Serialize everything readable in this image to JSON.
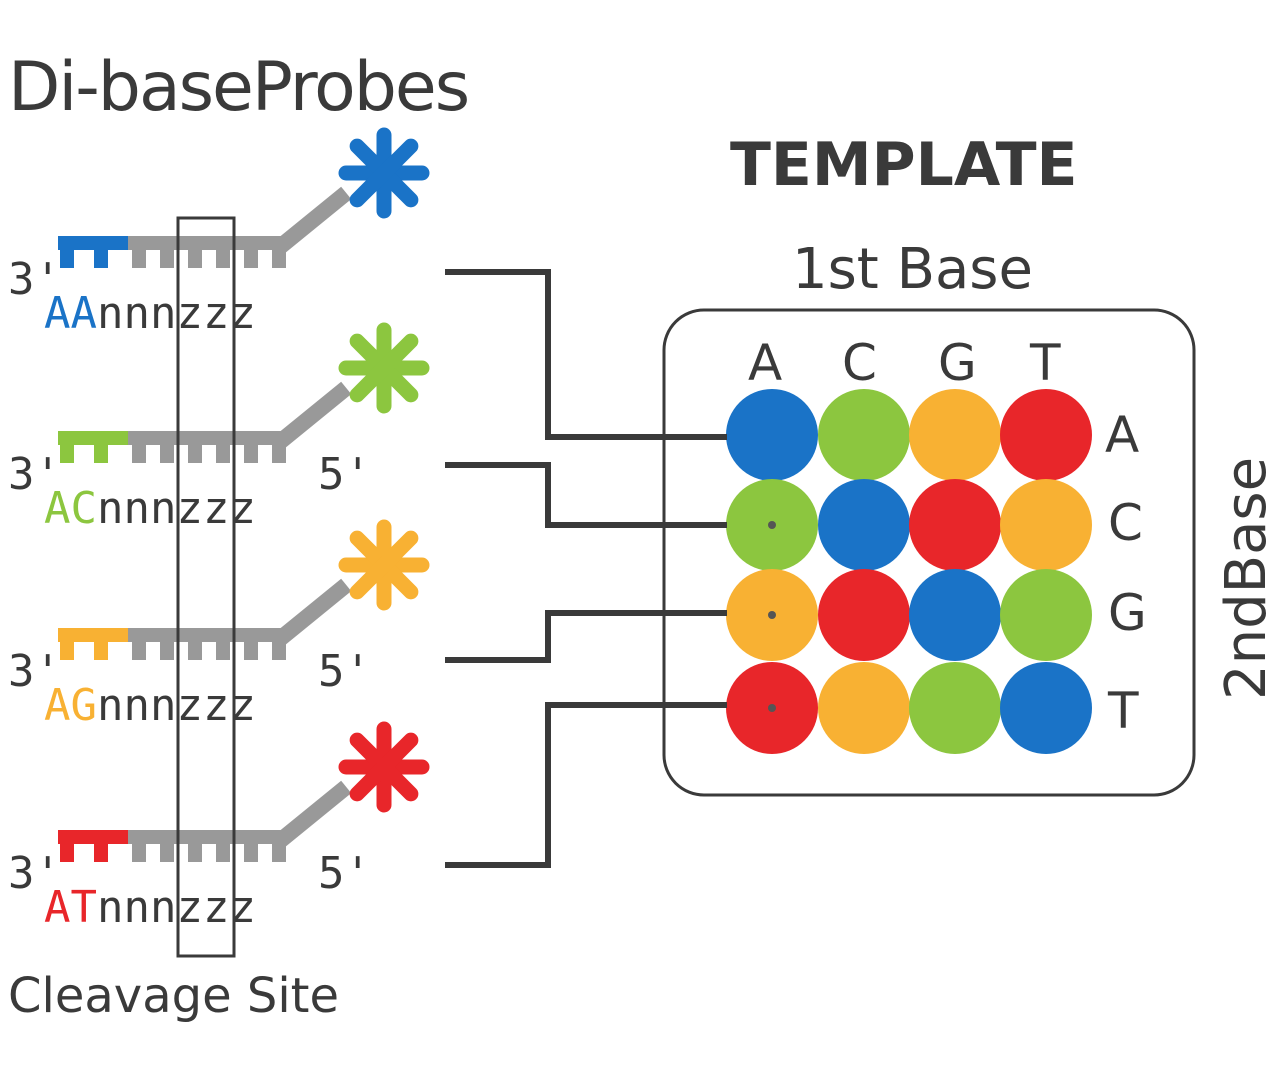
{
  "title": "Di-baseProbes",
  "template_title": "TEMPLATE",
  "first_base_label": "1st Base",
  "second_base_label": "2ndBase",
  "cleavage_label": "Cleavage Site",
  "first_bases": [
    "A",
    "C",
    "G",
    "T"
  ],
  "second_bases": [
    "A",
    "C",
    "G",
    "T"
  ],
  "colors": {
    "blue": "#1a73c7",
    "green": "#8cc63f",
    "orange": "#f8b133",
    "red": "#e8262a",
    "gray": "#999999",
    "line": "#3a3a3a"
  },
  "grid_colors": [
    [
      "blue",
      "green",
      "orange",
      "red"
    ],
    [
      "green",
      "blue",
      "red",
      "orange"
    ],
    [
      "orange",
      "red",
      "blue",
      "green"
    ],
    [
      "red",
      "orange",
      "green",
      "blue"
    ]
  ],
  "probes": [
    {
      "id": "aa",
      "color": "blue",
      "three_prime": "3'",
      "five_prime": "",
      "base1": "A",
      "base2": "A",
      "tail": "nnnzzz"
    },
    {
      "id": "ac",
      "color": "green",
      "three_prime": "3'",
      "five_prime": "5'",
      "base1": "A",
      "base2": "C",
      "tail": "nnnzzz"
    },
    {
      "id": "ag",
      "color": "orange",
      "three_prime": "3'",
      "five_prime": "5'",
      "base1": "A",
      "base2": "G",
      "tail": "nnnzzz"
    },
    {
      "id": "at",
      "color": "red",
      "three_prime": "3'",
      "five_prime": "5'",
      "base1": "A",
      "base2": "T",
      "tail": "nnnzzz"
    }
  ]
}
